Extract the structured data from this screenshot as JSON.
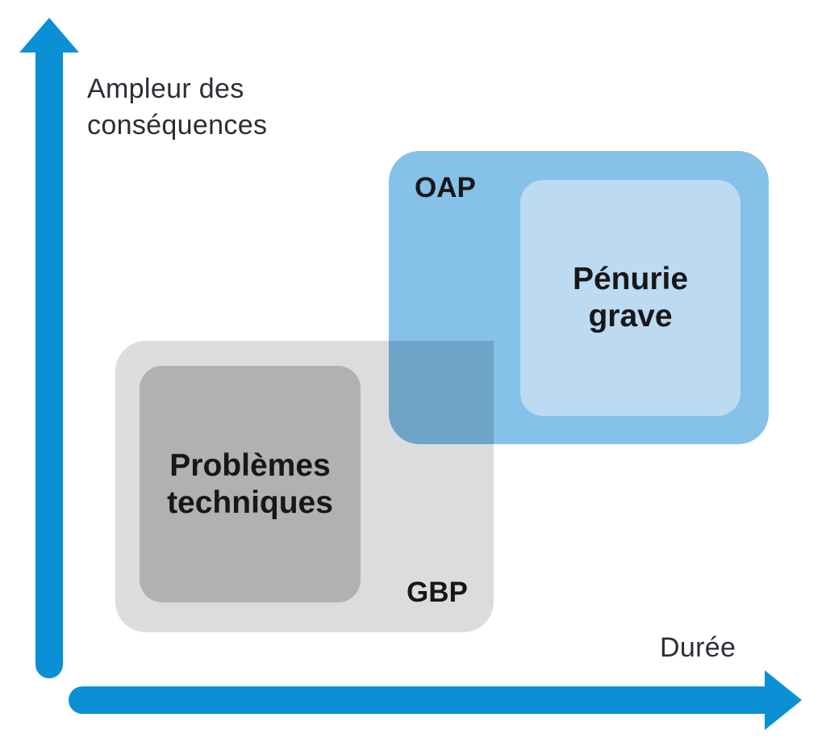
{
  "colors": {
    "axis_arrow": "#0b90d5",
    "oap_fill": "#85c1e9",
    "penurie_fill": "#bcdaf2",
    "gbp_fill": "#dcdcde",
    "problemes_fill": "#b1b1b3",
    "overlap_fill": "#6da4c8",
    "label_text": "#17171a",
    "axis_text": "#2d2d36"
  },
  "axes": {
    "y_label": "Ampleur des\nconséquences",
    "x_label": "Durée"
  },
  "regions": {
    "oap": {
      "label": "OAP",
      "inner_label": "Pénurie\ngrave"
    },
    "gbp": {
      "label": "GBP",
      "inner_label": "Problèmes\ntechniques"
    }
  }
}
